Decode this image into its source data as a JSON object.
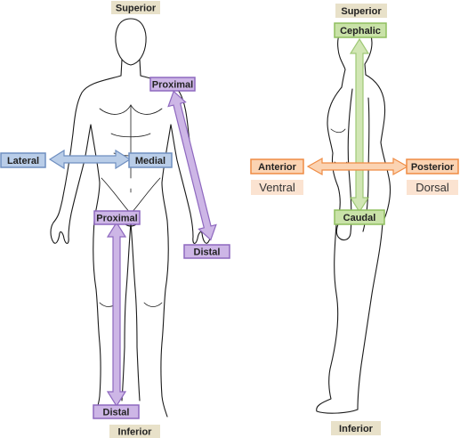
{
  "colors": {
    "tan_fill": "#e8e1c9",
    "blue_fill": "#b9cde8",
    "blue_stroke": "#6f8fc0",
    "purple_fill": "#cdb6e6",
    "purple_stroke": "#8e68bf",
    "green_fill": "#c9e2a8",
    "green_stroke": "#8fbf5f",
    "orange_fill": "#fbd3b2",
    "orange_stroke": "#ef8c44",
    "orange_soft": "#fbe3d1"
  },
  "labels": {
    "superior_left": "Superior",
    "inferior_left": "Inferior",
    "superior_right": "Superior",
    "inferior_right": "Inferior",
    "lateral": "Lateral",
    "medial": "Medial",
    "proximal_arm": "Proximal",
    "distal_arm": "Distal",
    "proximal_leg": "Proximal",
    "distal_leg": "Distal",
    "cephalic": "Cephalic",
    "caudal": "Caudal",
    "anterior": "Anterior",
    "ventral": "Ventral",
    "posterior": "Posterior",
    "dorsal": "Dorsal"
  }
}
